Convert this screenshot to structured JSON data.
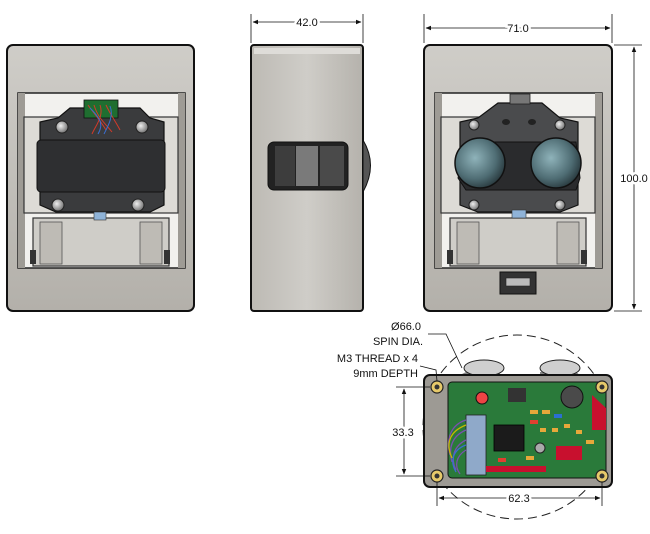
{
  "dimensions": {
    "side_width": "42.0",
    "rear_width": "71.0",
    "height": "100.0",
    "spin_diameter": "Ø66.0",
    "spin_label": "SPIN DIA.",
    "thread_label": "M3 THREAD x 4",
    "thread_depth": "9mm DEPTH",
    "hole_spacing_vertical": "33.3",
    "hole_spacing_horizontal": "62.3"
  },
  "colors": {
    "housing": "#c4c2bd",
    "housing_dark": "#8f8c86",
    "bracket": "#e8e6e2",
    "module": "#3a3b3d",
    "lens": "#5f7d84",
    "pcb": "#2a7a3a",
    "outline": "#111111"
  }
}
